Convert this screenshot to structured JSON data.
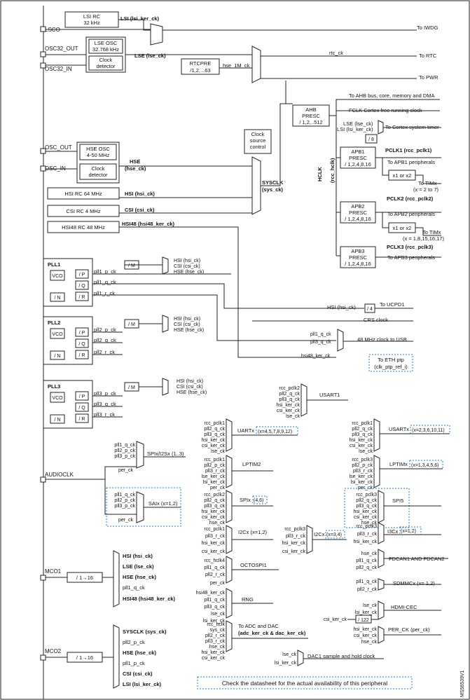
{
  "pins": {
    "lsco": "LSCO",
    "osc32_out": "OSC32_OUT",
    "osc32_in": "OSC32_IN",
    "osc_out": "OSC_OUT",
    "osc_in": "OSC_IN",
    "audioclk": "AUDIOCLK",
    "mco1": "MCO1",
    "mco2": "MCO2"
  },
  "oscillators": {
    "lsi_rc": [
      "LSI RC",
      "32 kHz"
    ],
    "lsi_out": "LSI (lsi_ker_ck)",
    "lse_osc": [
      "LSE OSC",
      "32.768 kHz"
    ],
    "lse_detector": [
      "Clock",
      "detector"
    ],
    "lse_out": "LSE (lse_ck)",
    "hse_osc": [
      "HSE OSC",
      "4-50 MHz"
    ],
    "hse_detector": [
      "Clock",
      "detector"
    ],
    "hse_out": [
      "HSE",
      "(hse_ck)"
    ],
    "hsi_rc": "HSI RC 64 MHz",
    "hsi_out": "HSI (hsi_ck)",
    "csi_rc": "CSI RC    4 MHz",
    "csi_out": "CSI (csi_ck)",
    "hsi48_rc": "HSI48 RC 48 MHz",
    "hsi48_out": "HSI48 (hsi48_ker_ck)"
  },
  "top": {
    "to_iwdg": "To IWDG",
    "rtcpre": [
      "RTCPRE",
      "/1,2,...63"
    ],
    "hse_1m": "hse_1M_ck",
    "rtc_ck": "rtc_ck",
    "to_rtc": "To RTC",
    "to_pwr": "To PWR",
    "clock_source": [
      "Clock",
      "source",
      "control"
    ],
    "sysclk": [
      "SYSCLK",
      "(sys_ck)"
    ]
  },
  "bus": {
    "ahb_presc": [
      "AHB",
      "PRESC",
      "/ 1,2,..512"
    ],
    "to_ahb": "To AHB bus, core, memory and DMA",
    "fclk": "FCLK Cortex free running clock",
    "lse_ck": "LSE (lse_ck)",
    "lsi_ker": "LSI (lsi_ker_ck)",
    "div8": "/ 8",
    "to_systimer": "To Cortex system timer",
    "hclk": [
      "HCLK",
      "(rcc_hclk)"
    ],
    "apb1_presc": [
      "APB1",
      "PRESC",
      "/ 1,2,4,8,16"
    ],
    "pclk1": "PCLK1 (rcc_pclk1)",
    "to_apb1": "To APB1 peripherals",
    "x1x2_1": "x1 or x2",
    "to_timx1": [
      "To TIMx",
      "(x = 2 to 7)"
    ],
    "apb2_presc": [
      "APB2",
      "PRESC",
      "/ 1,2,4,8,16"
    ],
    "pclk2": "PCLK2 (rcc_pclk2)",
    "to_apb2": "To APB2 peripherals",
    "x1x2_2": "x1 or x2",
    "to_timx2": [
      "To TIMx",
      "(x = 1,8,15,16,17)"
    ],
    "apb3_presc": [
      "APB3",
      "PRESC",
      "/ 1,2,4,8,16"
    ],
    "pclk3": "PCLK3 (rcc_pclk3)",
    "to_apb3": "To APB3 peripherals"
  },
  "plls": [
    {
      "title": "PLL1",
      "div_m": "/ M",
      "vco": "VCO",
      "div_n": "/ N",
      "div_p": "/ P",
      "div_q": "/ Q",
      "div_r": "/ R",
      "outs": [
        "pll1_p_ck",
        "pll1_q_ck",
        "pll1_r_ck"
      ],
      "ins": [
        "HSI (hsi_ck)",
        "CSI (csi_ck)",
        "HSE (hse_ck)"
      ]
    },
    {
      "title": "PLL2",
      "div_m": "/ M",
      "vco": "VCO",
      "div_n": "/ N",
      "div_p": "/ P",
      "div_q": "/ Q",
      "div_r": "/ R",
      "outs": [
        "pll2_p_ck",
        "pll2_q_ck",
        "pll2_r_ck"
      ],
      "ins": [
        "HSI (hsi_ck)",
        "CSI (csi_ck)",
        "HSE (hse_ck)"
      ]
    },
    {
      "title": "PLL3",
      "div_m": "/ M",
      "vco": "VCO",
      "div_n": "/ N",
      "div_p": "/ P",
      "div_q": "/ Q",
      "div_r": "/ R",
      "outs": [
        "pll3_p_ck",
        "pll3_q_ck",
        "pll3_r_ck"
      ],
      "ins": [
        "HSI (hsi_ck)",
        "CSI (csi_ck)",
        "HSE (hse_ck)"
      ]
    }
  ],
  "misc": {
    "ucpd_in": "HSI (hsi_ck)",
    "ucpd_div": "/ 4",
    "to_ucpd": "To UCPD1",
    "crs": "CRS clock",
    "usb_ins": [
      "pll1_q_ck",
      "pll3_q_ck"
    ],
    "to_usb": "48 MHz clock to USB",
    "usb_hsi48": "hsi48_ker_ck",
    "to_eth": [
      "To ETH ptp",
      "(clk_ptp_ref_i)"
    ]
  },
  "muxes": [
    {
      "ins": [
        "rcc_pclk2",
        "pll2_q_ck",
        "pll3_q_ck",
        "hsi_ker_ck",
        "csi_ker_ck",
        "lse_ck"
      ],
      "label": "USART1"
    },
    {
      "ins": [
        "rcc_pclk1",
        "pll2_q_ck",
        "pll3_q_ck",
        "hsi_ker_ck",
        "csi_ker_ck",
        "lse_ck"
      ],
      "label": "UARTx",
      "note": "(x=4,5,7,8,9,12)"
    },
    {
      "ins": [
        "rcc_pclk1",
        "pll2_q_ck",
        "pll3_q_ck",
        "hsi_ker_ck",
        "csi_ker_ck",
        "lse_ck"
      ],
      "label": "USARTx",
      "note": "(x=2,3,6,10,11)"
    },
    {
      "ins": [
        "pll1_q_ck",
        "pll2_p_ck",
        "pll3_p_ck",
        "per_ck"
      ],
      "label": "SPIx/I2Sx (1..3)"
    },
    {
      "ins": [
        "rcc_pclk1",
        "pll2_p_ck",
        "pll3_r_ck",
        "lse_ker_ck",
        "lsi_ker_ck",
        "per_ck"
      ],
      "label": "LPTIM2"
    },
    {
      "ins": [
        "rcc_pclk3",
        "pll2_p_ck",
        "pll3_r_ck",
        "lse_ker_ck",
        "lsi_ker_ck",
        "per_ck"
      ],
      "label": "LPTIMx",
      "note": "(x=1,3,4,5,6)"
    },
    {
      "ins": [
        "pll1_q_ck",
        "pll2_p_ck",
        "pll3_p_ck",
        "AUDIOCLK",
        "per_ck"
      ],
      "label": "SAIx (x=1,2)"
    },
    {
      "ins": [
        "rcc_pclk2",
        "pll2_q_ck",
        "pll3_q_ck",
        "hsi_ker_ck",
        "csi_ker_ck",
        "hse_ck"
      ],
      "label": "SPIx",
      "note": "(4,6)"
    },
    {
      "ins": [
        "rcc_pclk3",
        "pll2_q_ck",
        "pll3_q_ck",
        "hsi_ker_ck",
        "csi_ker_ck",
        "hse_ck"
      ],
      "label": "SPI5"
    },
    {
      "ins": [
        "rcc_pclk1",
        "pll3_r_ck",
        "hsi_ker_ck",
        "csi_ker_ck"
      ],
      "label": "I2Cx (x=1,2)"
    },
    {
      "ins": [
        "rcc_pclk3",
        "pll3_r_ck",
        "hsi_ker_ck",
        "csi_ker_ck"
      ],
      "label": "I2Cx",
      "note": "(x=3,4)"
    },
    {
      "ins": [
        "rcc_pclk3",
        "pll3_r_ck",
        "hsi_ker_ck"
      ],
      "label": "I3Cx",
      "note": "(x=1,2)"
    },
    {
      "ins": [
        "rcc_hclk4",
        "pll1_q_ck",
        "pll2_r_ck",
        "per_ck"
      ],
      "label": "OCTOSPI1"
    },
    {
      "ins": [
        "hse_ck",
        "pll1_q_ck",
        "pll2_q_ck"
      ],
      "label": "FDCAN1 AND FDCAN2"
    },
    {
      "ins": [
        "pll1_q_ck",
        "pll2_r_ck"
      ],
      "label": "SDMMCx (x= 1,2)"
    },
    {
      "ins": [
        "hsi48_ker_ck",
        "pll1_q_ck",
        "pll3_q_ck",
        "lse_ck",
        "lsi_ker_ck"
      ],
      "label": "RNG"
    },
    {
      "ins": [
        "lse_ck",
        "lsi_ker_ck",
        "csi_ker_ck"
      ],
      "label": "HDMI-CEC",
      "div": "/ 122"
    },
    {
      "ins": [
        "rcc_hclk",
        "sys_ck",
        "pll2_r_ck",
        "pll3_r_ck",
        "hse_ck",
        "hsi_ker_ck",
        "csi_ker_ck"
      ],
      "label": "To ADC and DAC",
      "label2": "(adc_ker_ck & dac_ker_ck)"
    },
    {
      "ins": [
        "hsi_ker_ck",
        "csi_ker_ck",
        "hse_ck"
      ],
      "label": "PER_CK (per_ck)"
    },
    {
      "ins": [
        "lse_ck",
        "lsi_ker_ck"
      ],
      "label": "DAC1 sample and hold clock"
    }
  ],
  "mco1": {
    "ins": [
      "HSI (hsi_ck)",
      "LSE (lse_ck)",
      "HSE (hse_ck)",
      "pll1_q_ck",
      "HSI48 (hsi48_ker_ck)"
    ],
    "div": "/ 1→16"
  },
  "mco2": {
    "ins": [
      "SYSCLK (sys_ck)",
      "pll2_p_ck",
      "HSE (hse_ck)",
      "pll1_p_ck",
      "CSI (csi_ck)",
      "LSI (lsi_ker_ck)"
    ],
    "div": "/ 1→16"
  },
  "footer": {
    "check": "Check the datasheet for the actual availability of this peripheral",
    "ref": "MS56539V1"
  }
}
